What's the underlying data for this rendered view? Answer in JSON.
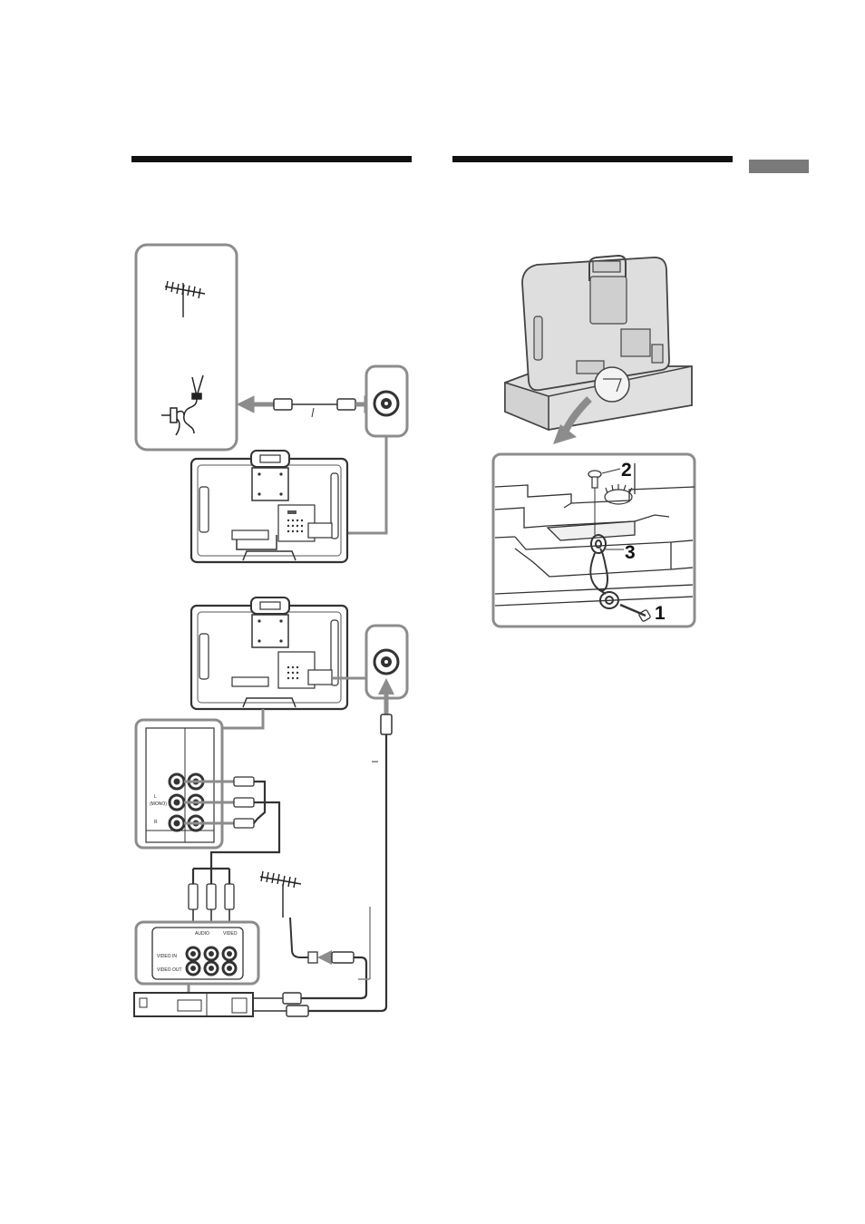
{
  "diagram": {
    "step_numbers": [
      "1",
      "2",
      "3"
    ],
    "connector_labels": {
      "video_in": "VIDEO IN",
      "video_out": "VIDEO OUT",
      "audio": "AUDIO",
      "video": "VIDEO",
      "mono": "(MONO)",
      "left": "L",
      "right": "R"
    }
  },
  "colors": {
    "rule": "#111111",
    "section_tab": "#7a7a7a",
    "frame": "#8c8c8c",
    "cable": "#333333"
  }
}
